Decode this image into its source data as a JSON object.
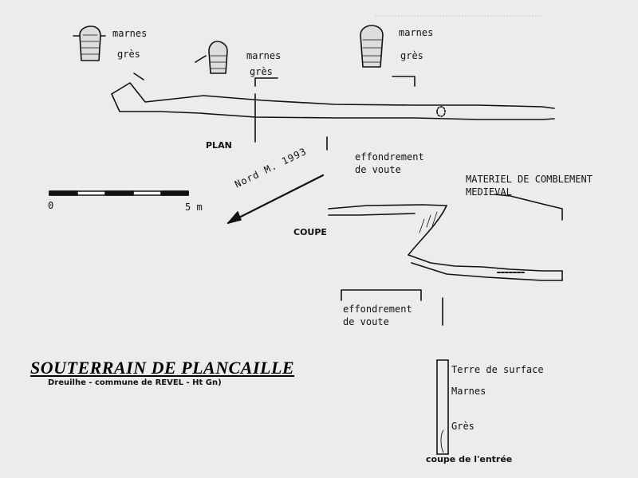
{
  "colors": {
    "paper": "#ececec",
    "ink": "#111111",
    "ghost_text": "#cfcfcf"
  },
  "plan_section": {
    "left_strata": {
      "top": "marnes",
      "bottom": "grès"
    },
    "middle_strata": {
      "top": "marnes",
      "bottom": "grès"
    },
    "right_strata": {
      "top": "marnes",
      "bottom": "grès"
    },
    "plan_label": "PLAN",
    "collapse_label": "effondrement\nde voute"
  },
  "scale_bar": {
    "start": "0",
    "end": "5 m"
  },
  "north_arrow": {
    "label": "Nord M. 1993"
  },
  "coupe_section": {
    "label": "COUPE",
    "fill_label": "MATERIEL DE COMBLEMENT\nMEDIEVAL",
    "collapse_label": "effondrement\nde voute"
  },
  "entrance_section": {
    "layers": [
      "Terre de surface",
      "Marnes",
      "Grès"
    ],
    "label": "coupe de l'entrée"
  },
  "title": {
    "main": "SOUTERRAIN DE PLANCAILLE",
    "subtitle": "Dreuilhe - commune de REVEL - Ht Gn)"
  }
}
